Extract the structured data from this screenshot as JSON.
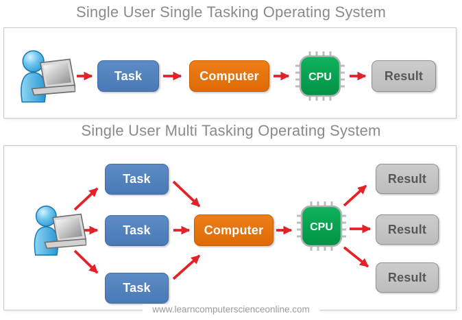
{
  "footer": "www.learncomputerscienceonline.com",
  "single_tasking": {
    "title": "Single User Single Tasking Operating System",
    "task_label": "Task",
    "computer_label": "Computer",
    "cpu_label": "CPU",
    "result_label": "Result"
  },
  "multi_tasking": {
    "title": "Single User Multi Tasking Operating System",
    "task_labels": [
      "Task",
      "Task",
      "Task"
    ],
    "computer_label": "Computer",
    "cpu_label": "CPU",
    "result_labels": [
      "Result",
      "Result",
      "Result"
    ]
  },
  "icons": {
    "user": "user-with-laptop-icon",
    "cpu": "cpu-chip-icon"
  },
  "colors": {
    "task_fill": "#4f81bd",
    "computer_fill": "#e4710e",
    "cpu_fill": "#00a651",
    "result_fill": "#c4c4c4",
    "result_text": "#575757",
    "arrow_red": "#e32126",
    "title_text": "#8a8a8a",
    "panel_border": "#c9c9c9",
    "footer_text": "#9a9a9a"
  }
}
